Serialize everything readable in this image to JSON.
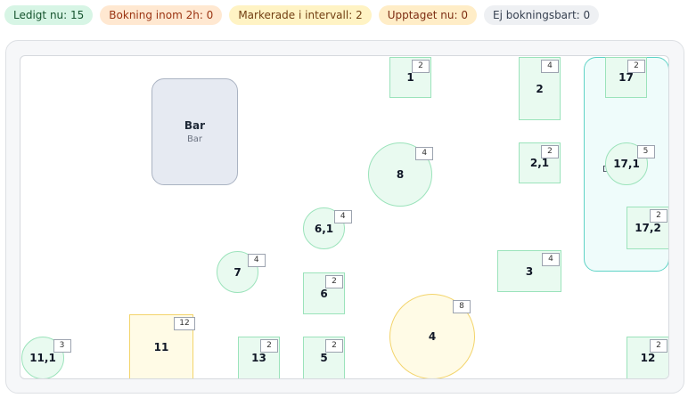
{
  "legend": [
    {
      "label": "Ledigt nu: 15",
      "bg": "#d7f5e5",
      "color": "#14532d"
    },
    {
      "label": "Bokning inom 2h: 0",
      "bg": "#ffe8d1",
      "color": "#9a3412"
    },
    {
      "label": "Markerade i intervall: 2",
      "bg": "#fff3c4",
      "color": "#713f12"
    },
    {
      "label": "Upptaget nu: 0",
      "bg": "#ffedc7",
      "color": "#7c2d12"
    },
    {
      "label": "Ej bokningsbart: 0",
      "bg": "#eef0f3",
      "color": "#374151"
    }
  ],
  "bar": {
    "title": "Bar",
    "subtitle": "Bar"
  },
  "zone": {
    "label": "D        n"
  },
  "tables": [
    {
      "id": "t1",
      "label": "1",
      "capacity": "2",
      "shape": "square",
      "status": "free"
    },
    {
      "id": "t2",
      "label": "2",
      "capacity": "4",
      "shape": "square",
      "status": "free"
    },
    {
      "id": "t17",
      "label": "17",
      "capacity": "2",
      "shape": "square",
      "status": "free"
    },
    {
      "id": "t8",
      "label": "8",
      "capacity": "4",
      "shape": "round",
      "status": "free"
    },
    {
      "id": "t2_1",
      "label": "2,1",
      "capacity": "2",
      "shape": "square",
      "status": "free"
    },
    {
      "id": "t17_1",
      "label": "17,1",
      "capacity": "5",
      "shape": "round",
      "status": "free"
    },
    {
      "id": "t6_1",
      "label": "6,1",
      "capacity": "4",
      "shape": "round",
      "status": "free"
    },
    {
      "id": "t17_2",
      "label": "17,2",
      "capacity": "2",
      "shape": "square",
      "status": "free"
    },
    {
      "id": "t7",
      "label": "7",
      "capacity": "4",
      "shape": "round",
      "status": "free"
    },
    {
      "id": "t3",
      "label": "3",
      "capacity": "4",
      "shape": "square",
      "status": "free"
    },
    {
      "id": "t6",
      "label": "6",
      "capacity": "2",
      "shape": "square",
      "status": "free"
    },
    {
      "id": "t4",
      "label": "4",
      "capacity": "8",
      "shape": "round",
      "status": "marked"
    },
    {
      "id": "t11",
      "label": "11",
      "capacity": "12",
      "shape": "square",
      "status": "marked"
    },
    {
      "id": "t11_1",
      "label": "11,1",
      "capacity": "3",
      "shape": "round",
      "status": "free"
    },
    {
      "id": "t13",
      "label": "13",
      "capacity": "2",
      "shape": "square",
      "status": "free"
    },
    {
      "id": "t5",
      "label": "5",
      "capacity": "2",
      "shape": "square",
      "status": "free"
    },
    {
      "id": "t12",
      "label": "12",
      "capacity": "2",
      "shape": "square",
      "status": "free"
    }
  ]
}
